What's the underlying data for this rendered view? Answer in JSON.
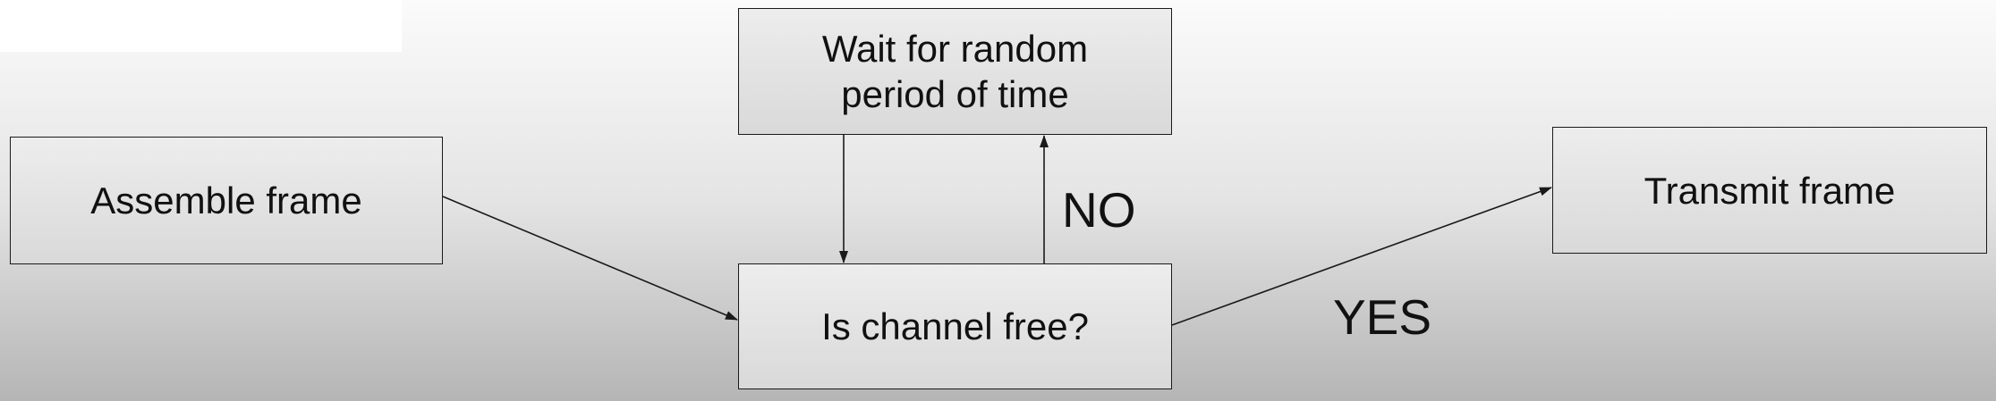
{
  "nodes": {
    "assemble": {
      "label": "Assemble frame"
    },
    "check": {
      "label": "Is channel free?"
    },
    "wait": {
      "line1": "Wait for random",
      "line2": "period of time"
    },
    "transmit": {
      "label": "Transmit frame"
    }
  },
  "edge_labels": {
    "no": "NO",
    "yes": "YES"
  },
  "colors": {
    "stroke": "#1a1a1a",
    "box_fill": "#e3e3e3",
    "text": "#111111"
  }
}
